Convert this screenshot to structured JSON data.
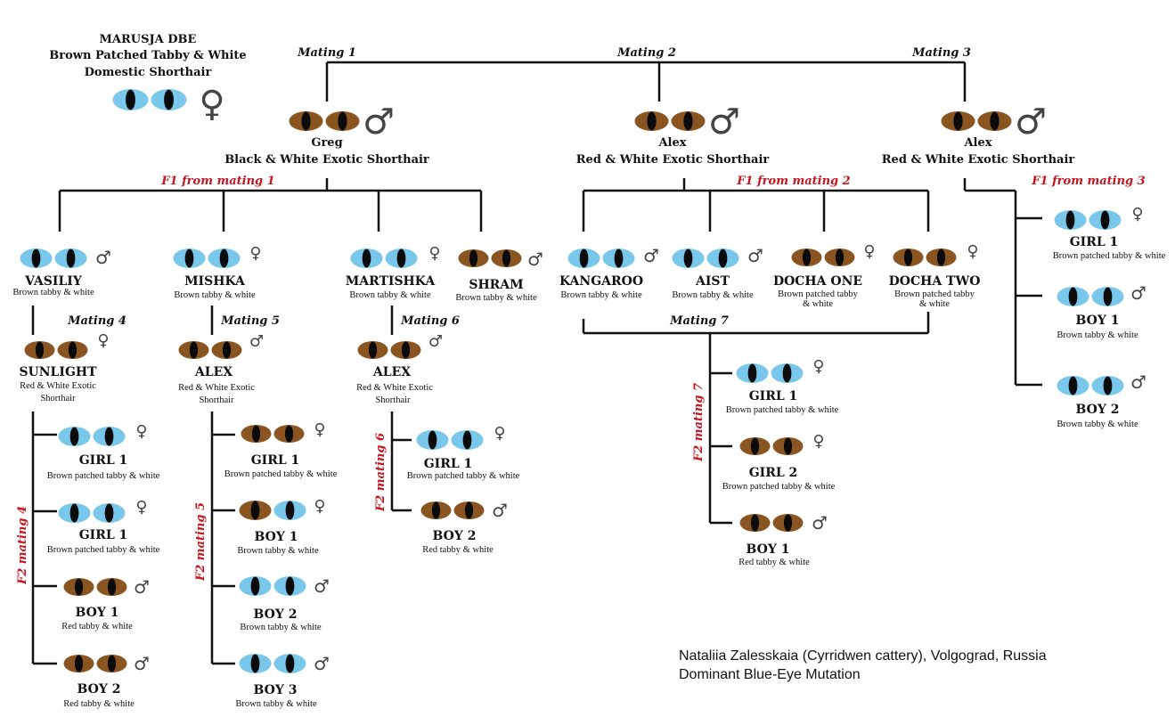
{
  "colors": {
    "blue_eye": "#79c8ec",
    "brown_eye": "#8b5521",
    "pupil": "#0b0b0b",
    "red_label": "#c8141e",
    "line": "#111111"
  },
  "dam": {
    "name": "MARUSJA DBE",
    "desc1": "Brown Patched Tabby & White",
    "desc2": "Domestic Shorthair",
    "eyes": "blue",
    "sex": "♀"
  },
  "matings_top": {
    "m1": "Mating 1",
    "m2": "Mating 2",
    "m3": "Mating 3"
  },
  "sires": [
    {
      "id": "greg",
      "name": "Greg",
      "desc": "Black & White Exotic Shorthair",
      "eyes": "brown",
      "sex": "♂"
    },
    {
      "id": "alex1",
      "name": "Alex",
      "desc": "Red & White Exotic Shorthair",
      "eyes": "brown",
      "sex": "♂"
    },
    {
      "id": "alex2",
      "name": "Alex",
      "desc": "Red & White Exotic Shorthair",
      "eyes": "brown",
      "sex": "♂"
    }
  ],
  "f1_labels": {
    "f1m1": "F1 from mating 1",
    "f1m2": "F1 from mating 2",
    "f1m3": "F1 from mating 3"
  },
  "f1": {
    "vasiliy": {
      "name": "VASILIY",
      "desc": "Brown tabby & white",
      "eyes": "blue",
      "sex": "♂"
    },
    "mishka": {
      "name": "MISHKA",
      "desc": "Brown tabby & white",
      "eyes": "blue",
      "sex": "♀"
    },
    "martishka": {
      "name": "MARTISHKA",
      "desc": "Brown tabby & white",
      "eyes": "blue",
      "sex": "♀"
    },
    "shram": {
      "name": "SHRAM",
      "desc": "Brown tabby & white",
      "eyes": "brown",
      "sex": "♂"
    },
    "kangaroo": {
      "name": "KANGAROO",
      "desc": "Brown tabby & white",
      "eyes": "blue",
      "sex": "♂"
    },
    "aist": {
      "name": "AIST",
      "desc": "Brown tabby & white",
      "eyes": "blue",
      "sex": "♂"
    },
    "docha_one": {
      "name": "DOCHA ONE",
      "desc1": "Brown patched tabby",
      "desc2": "& white",
      "eyes": "brown",
      "sex": "♀"
    },
    "docha_two": {
      "name": "DOCHA TWO",
      "desc1": "Brown patched tabby",
      "desc2": "& white",
      "eyes": "brown",
      "sex": "♀"
    },
    "m3_girl1": {
      "name": "GIRL 1",
      "desc": "Brown patched tabby & white",
      "eyes": "blue",
      "sex": "♀"
    },
    "m3_boy1": {
      "name": "BOY 1",
      "desc": "Brown tabby & white",
      "eyes": "blue",
      "sex": "♂"
    },
    "m3_boy2": {
      "name": "BOY 2",
      "desc": "Brown tabby & white",
      "eyes": "blue",
      "sex": "♂"
    }
  },
  "matings_lower": {
    "m4": "Mating 4",
    "m5": "Mating 5",
    "m6": "Mating 6",
    "m7": "Mating 7"
  },
  "mates": {
    "sunlight": {
      "name": "SUNLIGHT",
      "desc1": "Red & White Exotic",
      "desc2": "Shorthair",
      "eyes": "brown",
      "sex": "♀"
    },
    "alex5": {
      "name": "ALEX",
      "desc1": "Red & White Exotic",
      "desc2": "Shorthair",
      "eyes": "brown",
      "sex": "♂"
    },
    "alex6": {
      "name": "ALEX",
      "desc1": "Red & White Exotic",
      "desc2": "Shorthair",
      "eyes": "brown",
      "sex": "♂"
    }
  },
  "f2_labels": {
    "f2m4": "F2 mating 4",
    "f2m5": "F2 mating 5",
    "f2m6": "F2 mating 6",
    "f2m7": "F2 mating 7"
  },
  "f2": {
    "m4_girl1a": {
      "name": "GIRL 1",
      "desc": "Brown patched tabby & white",
      "eyes": "blue",
      "sex": "♀"
    },
    "m4_girl1b": {
      "name": "GIRL 1",
      "desc": "Brown patched tabby & white",
      "eyes": "blue",
      "sex": "♀"
    },
    "m4_boy1": {
      "name": "BOY 1",
      "desc": "Red tabby & white",
      "eyes": "brown",
      "sex": "♂"
    },
    "m4_boy2": {
      "name": "BOY 2",
      "desc": "Red tabby & white",
      "eyes": "brown",
      "sex": "♂"
    },
    "m5_girl1": {
      "name": "GIRL 1",
      "desc": "Brown patched tabby & white",
      "eyes": "brown",
      "sex": "♀"
    },
    "m5_boy1": {
      "name": "BOY 1",
      "desc": "Brown tabby & white",
      "eyes": "mixed",
      "sex": "♀"
    },
    "m5_boy2": {
      "name": "BOY 2",
      "desc": "Brown tabby & white",
      "eyes": "blue",
      "sex": "♂"
    },
    "m5_boy3": {
      "name": "BOY 3",
      "desc": "Brown tabby & white",
      "eyes": "blue",
      "sex": "♂"
    },
    "m6_girl1": {
      "name": "GIRL 1",
      "desc": "Brown patched tabby & white",
      "eyes": "blue",
      "sex": "♀"
    },
    "m6_boy2": {
      "name": "BOY 2",
      "desc": "Red tabby & white",
      "eyes": "brown",
      "sex": "♂"
    },
    "m7_girl1": {
      "name": "GIRL 1",
      "desc": "Brown patched tabby & white",
      "eyes": "blue",
      "sex": "♀"
    },
    "m7_girl2": {
      "name": "GIRL 2",
      "desc": "Brown patched tabby & white",
      "eyes": "brown",
      "sex": "♀"
    },
    "m7_boy1": {
      "name": "BOY 1",
      "desc": "Red tabby & white",
      "eyes": "brown",
      "sex": "♂"
    }
  },
  "credit": {
    "line1": "Nataliia Zalesskaia (Cyrridwen cattery), Volgograd, Russia",
    "line2": "Dominant Blue-Eye Mutation"
  }
}
